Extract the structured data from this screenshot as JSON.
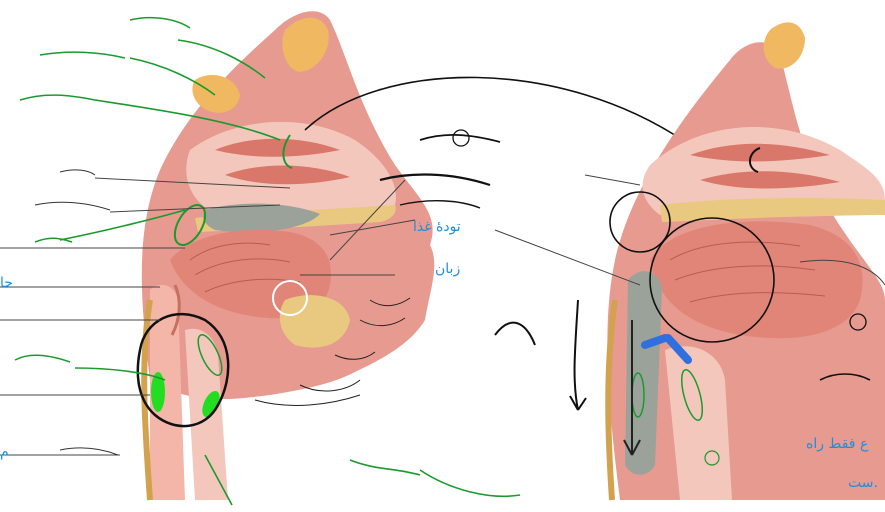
{
  "labels": {
    "bolus": "تودهٔ غذا",
    "tongue": "زبان",
    "partial_left": "حا",
    "partial_m": "م",
    "right_text_line1": "ع فقط راه",
    "right_text_line2": "ست."
  },
  "colors": {
    "tissue_pink": "#e79a8f",
    "tissue_light": "#f4c7bd",
    "bone": "#e9c880",
    "bone_dark": "#d2a24e",
    "sinus": "#f0b860",
    "soft_tissue": "#f3b6a8",
    "blue_text": "#1e8fe0",
    "green_ink": "#1a9a2e",
    "bright_green": "#22dd22",
    "blue_marker": "#2f6fe0",
    "grey_bolus": "#9aa29a"
  }
}
